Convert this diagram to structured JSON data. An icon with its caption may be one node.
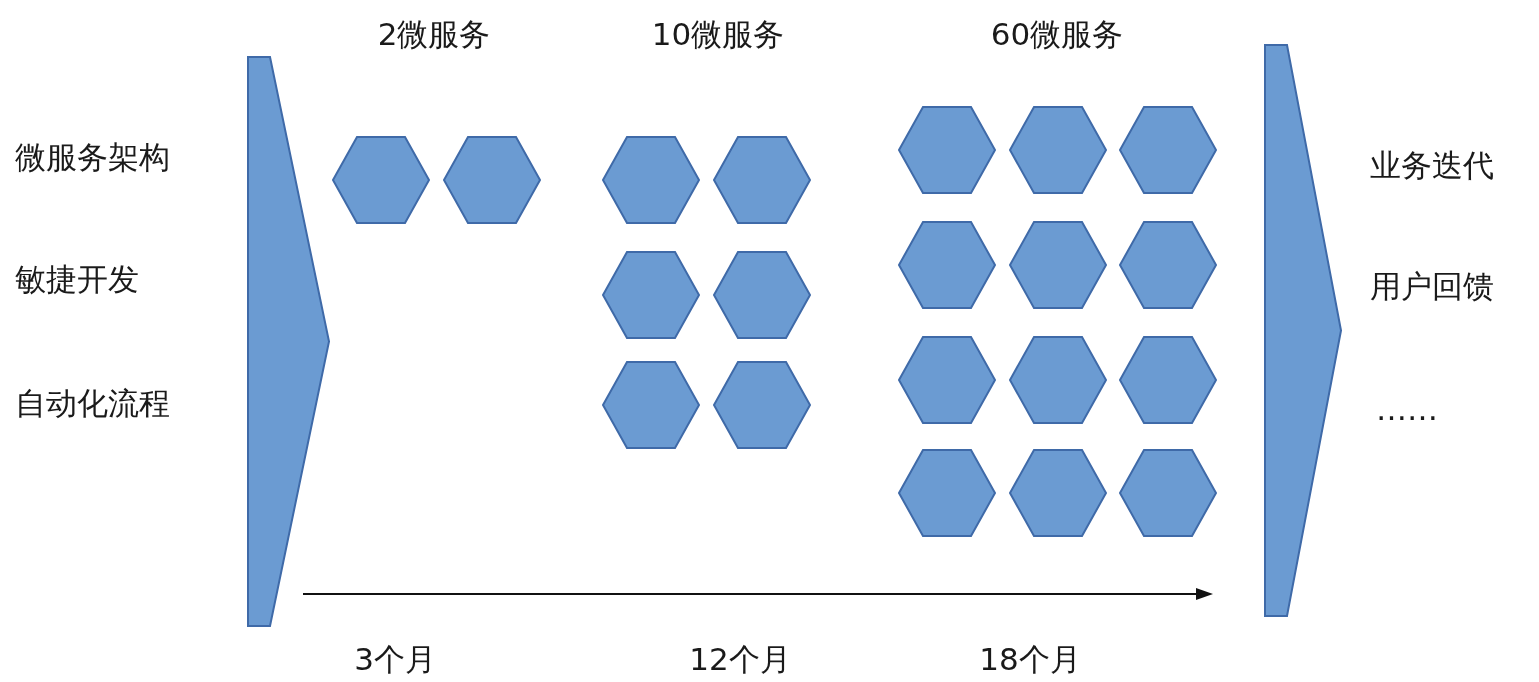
{
  "diagram": {
    "nodes": [
      {
        "text": [],
        "shape": "wedge"
      },
      {
        "text": [],
        "shape": "hexagon"
      },
      {
        "text": [],
        "shape": "hexagon"
      },
      {
        "text": [],
        "shape": "hexagon"
      },
      {
        "text": [],
        "shape": "hexagon"
      },
      {
        "text": [],
        "shape": "hexagon"
      },
      {
        "text": [],
        "shape": "hexagon"
      },
      {
        "text": [],
        "shape": "hexagon"
      },
      {
        "text": [],
        "shape": "hexagon"
      },
      {
        "text": [],
        "shape": "hexagon"
      },
      {
        "text": [],
        "shape": "hexagon"
      },
      {
        "text": [],
        "shape": "hexagon"
      },
      {
        "text": [],
        "shape": "hexagon"
      },
      {
        "text": [],
        "shape": "hexagon"
      },
      {
        "text": [],
        "shape": "hexagon"
      },
      {
        "text": [],
        "shape": "hexagon"
      },
      {
        "text": [],
        "shape": "hexagon"
      },
      {
        "text": [],
        "shape": "hexagon"
      },
      {
        "text": [],
        "shape": "hexagon"
      },
      {
        "text": [],
        "shape": "hexagon"
      },
      {
        "text": [],
        "shape": "hexagon"
      },
      {
        "text": [],
        "shape": "wedge"
      }
    ],
    "labels": [
      "2微服务",
      "10微服务",
      "60微服务",
      "微服务架构",
      "业务迭代",
      "敏捷开发",
      "用户回馈",
      "自动化流程",
      "……",
      "3个月",
      "12个月",
      "18个月"
    ]
  }
}
